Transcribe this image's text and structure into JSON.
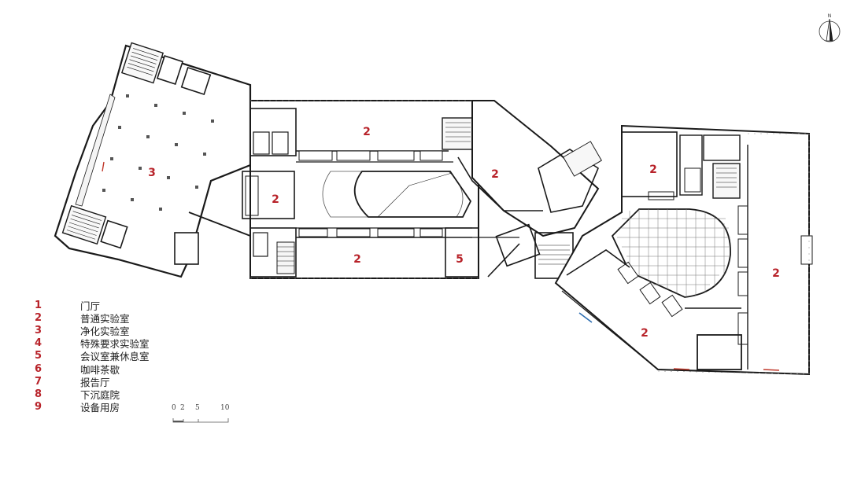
{
  "north": {
    "label": "N",
    "icon": "north-arrow-icon"
  },
  "rooms": [
    {
      "n": "3"
    },
    {
      "n": "2"
    },
    {
      "n": "2"
    },
    {
      "n": "2"
    },
    {
      "n": "2"
    },
    {
      "n": "5"
    },
    {
      "n": "2"
    },
    {
      "n": "2"
    },
    {
      "n": "2"
    }
  ],
  "legend": [
    {
      "num": "1",
      "label": "门厅"
    },
    {
      "num": "2",
      "label": "普通实验室"
    },
    {
      "num": "3",
      "label": "净化实验室"
    },
    {
      "num": "4",
      "label": "特殊要求实验室"
    },
    {
      "num": "5",
      "label": "会议室兼休息室"
    },
    {
      "num": "6",
      "label": "咖啡茶歇"
    },
    {
      "num": "7",
      "label": "报告厅"
    },
    {
      "num": "8",
      "label": "下沉庭院"
    },
    {
      "num": "9",
      "label": "设备用房"
    }
  ],
  "scale": {
    "ticks": [
      "0",
      "2",
      "5",
      "10"
    ]
  },
  "colors": {
    "label_red": "#b8232a",
    "wall": "#1a1a1a"
  }
}
